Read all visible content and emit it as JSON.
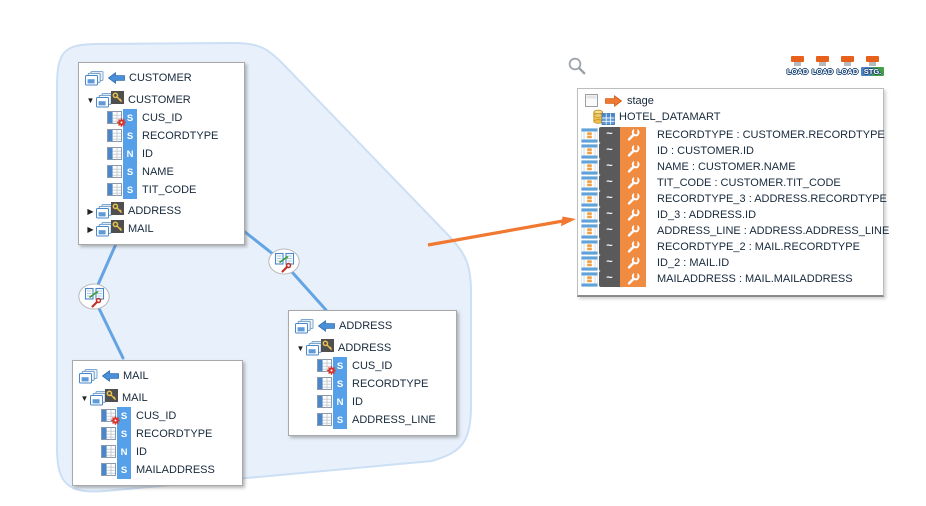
{
  "colors": {
    "line-blue": "#64A3E4",
    "accent-orange": "#F07830",
    "badge-blue": "#55A0E8",
    "blob-fill": "#E8F1FB",
    "blob-stroke": "#CCDFF4",
    "text-dark": "#17293B",
    "wrench-orange": "#F08C42",
    "tilde-gray": "#5A5A5A",
    "load-orange": "#E8611C"
  },
  "sources": [
    {
      "title": "CUSTOMER",
      "dataset": "CUSTOMER",
      "fields": [
        {
          "name": "CUS_ID",
          "type": "S"
        },
        {
          "name": "RECORDTYPE",
          "type": "S"
        },
        {
          "name": "ID",
          "type": "N"
        },
        {
          "name": "NAME",
          "type": "S"
        },
        {
          "name": "TIT_CODE",
          "type": "S"
        }
      ],
      "children": [
        {
          "name": "ADDRESS"
        },
        {
          "name": "MAIL"
        }
      ]
    },
    {
      "title": "MAIL",
      "dataset": "MAIL",
      "fields": [
        {
          "name": "CUS_ID",
          "type": "S"
        },
        {
          "name": "RECORDTYPE",
          "type": "S"
        },
        {
          "name": "ID",
          "type": "N"
        },
        {
          "name": "MAILADDRESS",
          "type": "S"
        }
      ]
    },
    {
      "title": "ADDRESS",
      "dataset": "ADDRESS",
      "fields": [
        {
          "name": "CUS_ID",
          "type": "S"
        },
        {
          "name": "RECORDTYPE",
          "type": "S"
        },
        {
          "name": "ID",
          "type": "N"
        },
        {
          "name": "ADDRESS_LINE",
          "type": "S"
        }
      ]
    }
  ],
  "target": {
    "flow_label": "stage",
    "datastore": "HOTEL_DATAMART",
    "badges": [
      {
        "label": "LOAD"
      },
      {
        "label": "LOAD"
      },
      {
        "label": "LOAD"
      },
      {
        "label": "STG."
      }
    ],
    "mappings": [
      "RECORDTYPE : CUSTOMER.RECORDTYPE",
      "ID : CUSTOMER.ID",
      "NAME : CUSTOMER.NAME",
      "TIT_CODE : CUSTOMER.TIT_CODE",
      "RECORDTYPE_3 : ADDRESS.RECORDTYPE",
      "ID_3 : ADDRESS.ID",
      "ADDRESS_LINE : ADDRESS.ADDRESS_LINE",
      "RECORDTYPE_2 : MAIL.RECORDTYPE",
      "ID_2 : MAIL.ID",
      "MAILADDRESS : MAIL.MAILADDRESS"
    ]
  }
}
